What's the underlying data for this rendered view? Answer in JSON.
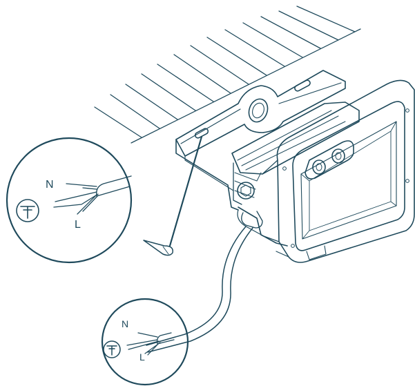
{
  "diagram": {
    "stroke_color": "#1f4a5c",
    "detail_upper": {
      "neutral_label": "N",
      "live_label": "L",
      "earth_symbol": "earth-ground-icon"
    },
    "detail_lower": {
      "neutral_label": "N",
      "live_label": "L",
      "earth_symbol": "earth-ground-icon"
    }
  }
}
